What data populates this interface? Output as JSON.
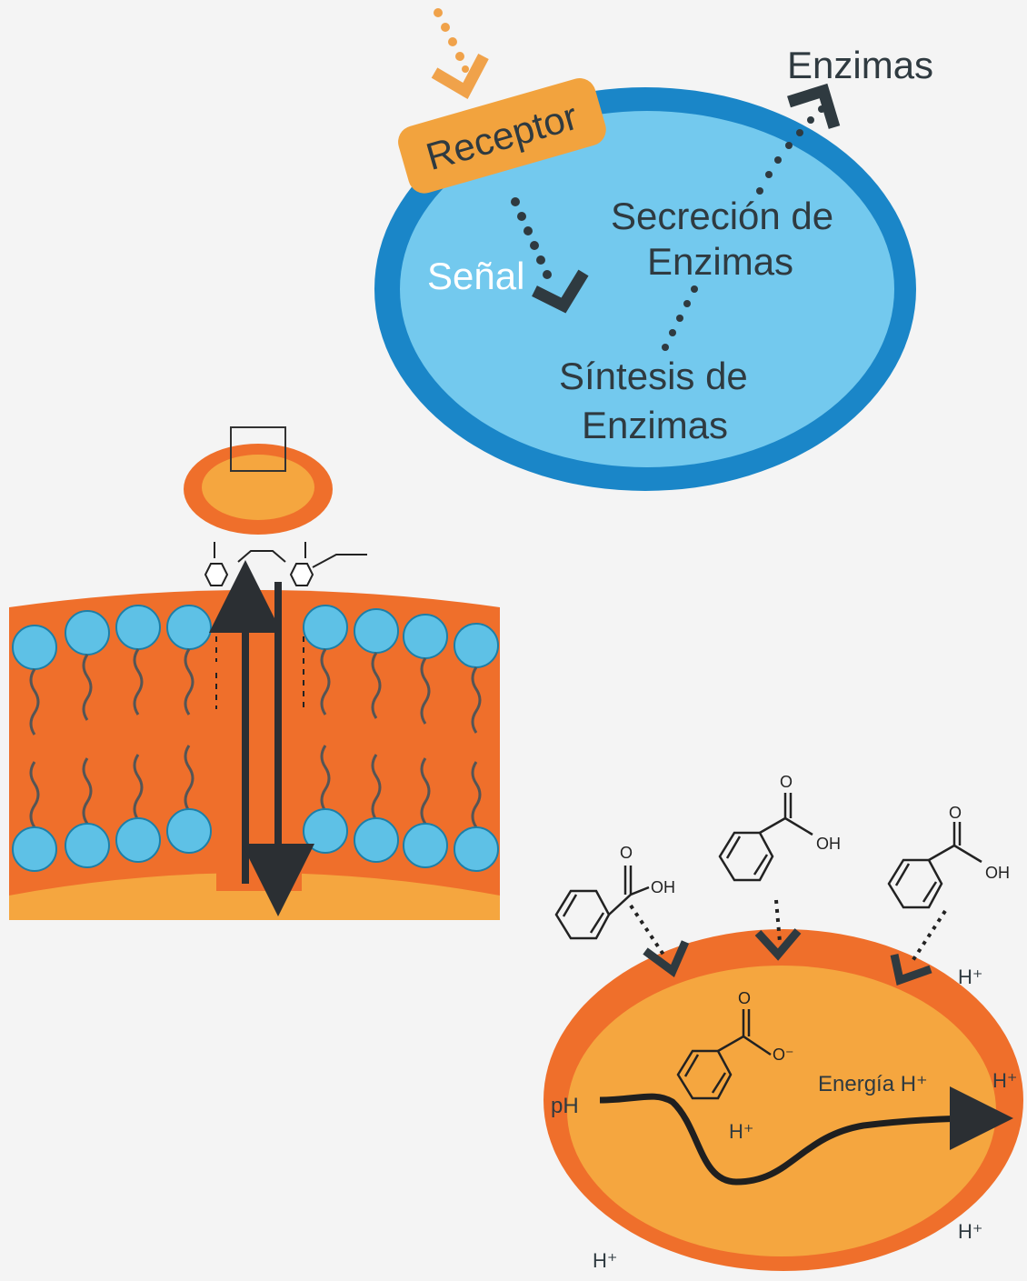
{
  "colors": {
    "background": "#f4f4f4",
    "cell_outer_blue": "#1a86c8",
    "cell_inner_blue": "#73c9ee",
    "orange_dark": "#ef6f2b",
    "orange_light": "#f5a63f",
    "lipid_head": "#5ec1e6",
    "dark_text": "#2f3a40",
    "arrow_gray": "#3a3f44",
    "white_text": "#ffffff"
  },
  "icons": [
    "dotted-arrow-icon",
    "chevron-arrow-icon",
    "benzoic-acid-molecule-icon",
    "benzoate-ion-molecule-icon",
    "transport-arrow-icon"
  ],
  "top_cell": {
    "receptor_label": "Receptor",
    "signal_label": "Señal",
    "secretion_label_line1": "Secreción de",
    "secretion_label_line2": "Enzimas",
    "synthesis_label_line1": "Síntesis de",
    "synthesis_label_line2": "Enzimas",
    "enzymes_out_label": "Enzimas"
  },
  "bottom_cell": {
    "oh_label_1": "OH",
    "oh_label_2": "OH",
    "oh_label_3": "OH",
    "o_label_1": "O",
    "o_label_2": "O",
    "o_label_3": "O",
    "o_label_inner": "O",
    "o_minus_label": "O⁻",
    "ph_label": "pH",
    "energy_label": "Energía H⁺",
    "h_inner": "H⁺",
    "h_right_top": "H⁺",
    "h_right_mid": "H⁺",
    "h_right_bottom": "H⁺",
    "h_left_bottom": "H⁺"
  }
}
